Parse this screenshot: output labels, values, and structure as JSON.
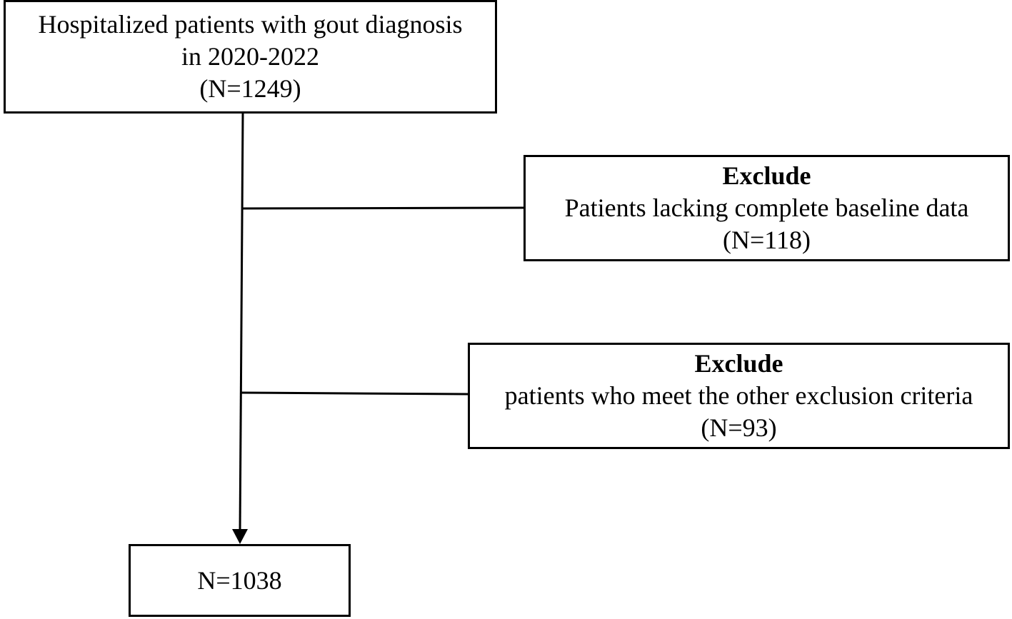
{
  "flowchart": {
    "start": {
      "line1": "Hospitalized patients with gout  diagnosis",
      "line2": "in 2020-2022",
      "count": "(N=1249)"
    },
    "exclusion_1": {
      "heading": "Exclude",
      "reason": "Patients lacking complete baseline data",
      "count": "(N=118)"
    },
    "exclusion_2": {
      "heading": "Exclude",
      "reason": "patients who meet the other exclusion criteria",
      "count": "(N=93)"
    },
    "final": {
      "count": "N=1038"
    }
  },
  "colors": {
    "stroke": "#000000",
    "background": "#ffffff"
  }
}
